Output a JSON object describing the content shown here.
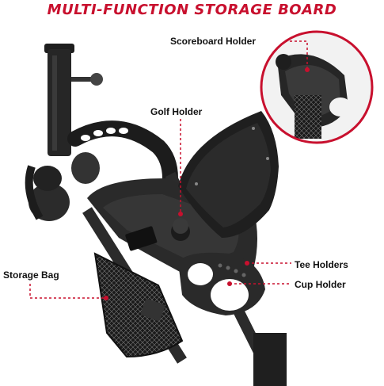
{
  "title": "MULTI-FUNCTION STORAGE BOARD",
  "callouts": {
    "scoreboard_holder": "Scoreboard Holder",
    "golf_holder": "Golf Holder",
    "tee_holders": "Tee Holders",
    "cup_holder": "Cup Holder",
    "storage_bag": "Storage Bag"
  },
  "colors": {
    "accent": "#c8102e",
    "product": "#2a2a2a",
    "inset_ring": "#c8102e"
  }
}
